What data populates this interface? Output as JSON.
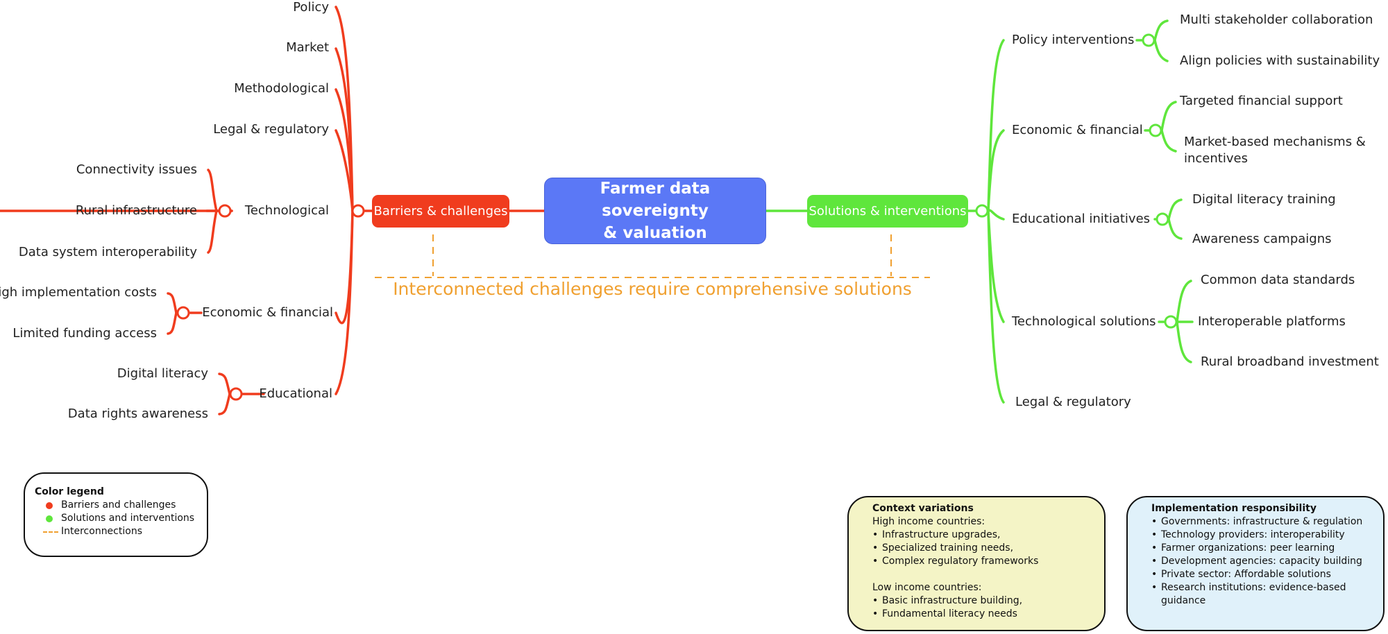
{
  "central": {
    "line1": "Farmer data sovereignty",
    "line2": "& valuation"
  },
  "barriers": {
    "label": "Barriers & challenges",
    "policy": "Policy",
    "market": "Market",
    "methodological": "Methodological",
    "legal": "Legal & regulatory",
    "technological": {
      "label": "Technological",
      "items": [
        "Connectivity issues",
        "Rural infrastructure",
        "Data system interoperability"
      ]
    },
    "economic": {
      "label": "Economic & financial",
      "items": [
        "High implementation costs",
        "Limited funding access"
      ]
    },
    "educational": {
      "label": "Educational",
      "items": [
        "Digital literacy",
        "Data rights awareness"
      ]
    }
  },
  "solutions": {
    "label": "Solutions & interventions",
    "policy": {
      "label": "Policy interventions",
      "items": [
        "Multi stakeholder collaboration",
        "Align policies with sustainability"
      ]
    },
    "economic": {
      "label": "Economic & financial",
      "items": [
        "Targeted financial support",
        "Market-based mechanisms &",
        "incentives"
      ]
    },
    "educational": {
      "label": "Educational initiatives",
      "items": [
        "Digital literacy training",
        "Awareness campaigns"
      ]
    },
    "technological": {
      "label": "Technological solutions",
      "items": [
        "Common data standards",
        "Interoperable platforms",
        "Rural broadband investment"
      ]
    },
    "legal": "Legal & regulatory"
  },
  "interconnection_text": "Interconnected challenges require comprehensive solutions",
  "legend": {
    "title": "Color legend",
    "items": [
      "Barriers and challenges",
      "Solutions and interventions",
      "Interconnections"
    ]
  },
  "context": {
    "title": "Context variations",
    "high_heading": "High income countries:",
    "high_items": [
      "Infrastructure upgrades,",
      "Specialized training needs,",
      "Complex regulatory frameworks"
    ],
    "low_heading": "Low income countries:",
    "low_items": [
      "Basic infrastructure building,",
      "Fundamental literacy needs"
    ]
  },
  "responsibility": {
    "title": "Implementation responsibility",
    "items": [
      "Governments: infrastructure & regulation",
      "Technology providers: interoperability",
      "Farmer organizations: peer learning",
      "Development agencies: capacity building",
      "Private sector: Affordable solutions",
      "Research institutions: evidence-based",
      "guidance"
    ]
  },
  "colors": {
    "barrier": "#f03c1e",
    "solution": "#5fe63c",
    "center": "#5b78f6",
    "interconnect": "#f0a030",
    "context_bg": "#f4f4c6",
    "responsibility_bg": "#e0f1fa"
  }
}
